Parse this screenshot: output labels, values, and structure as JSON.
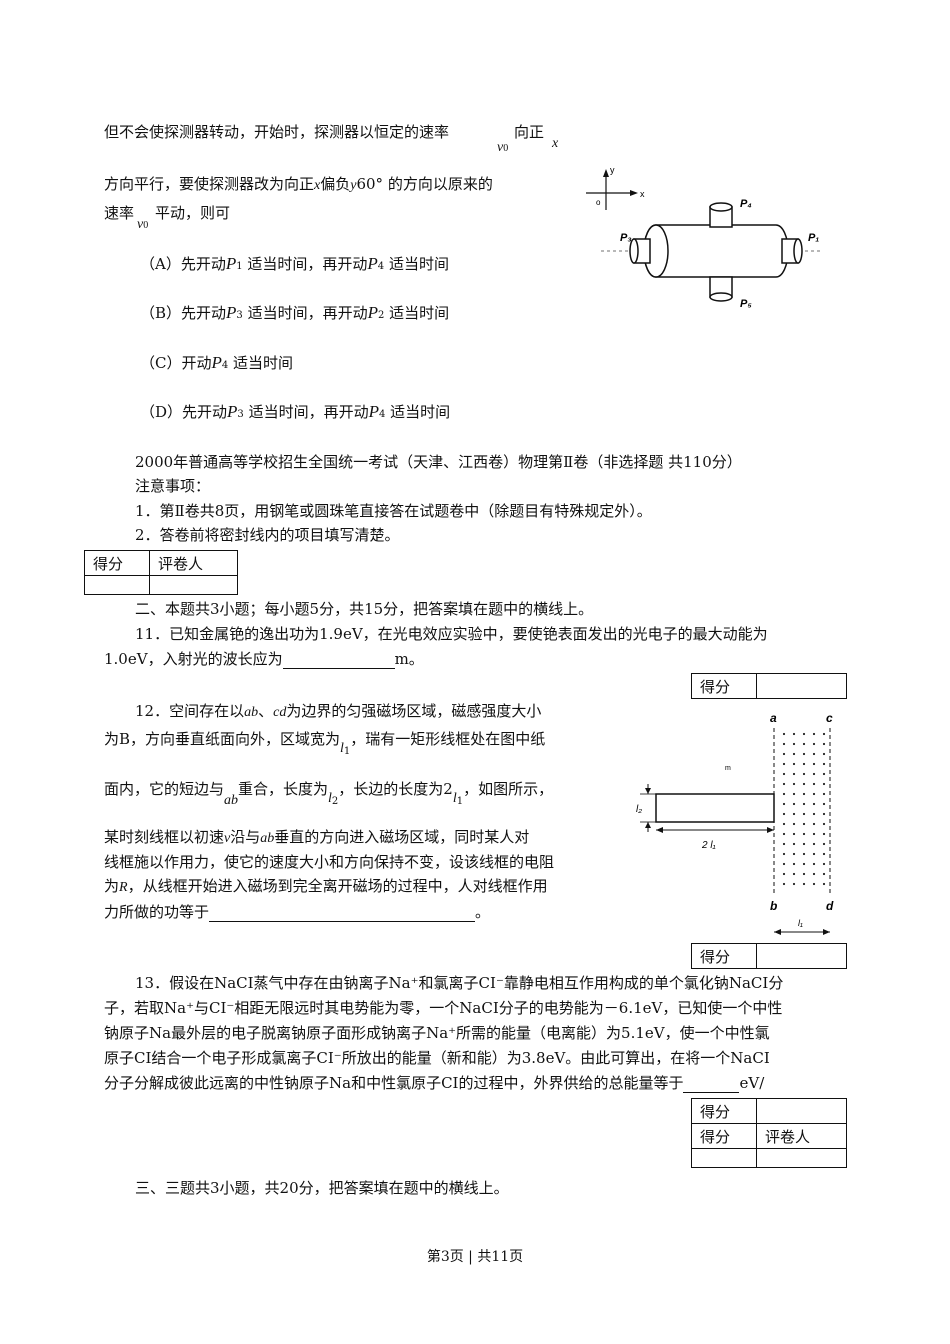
{
  "q10": {
    "line1": "但不会使探测器转动，开始时，探测器以恒定的速率",
    "line1b": "向正",
    "v0": "v",
    "v0_sub": "0",
    "x": "x",
    "line2": "方向平行，要使探测器改为向正",
    "line2b": "偏负",
    "y": "y",
    "line2c": "60°  的方向以原来的",
    "line3": "速率",
    "line3b": "平动，则可",
    "options": [
      {
        "pre": "（A）先开动",
        "p1": "P",
        "s1": "1",
        "mid": "适当时间，再开动",
        "p2": "P",
        "s2": "4",
        "post": "适当时间"
      },
      {
        "pre": "（B）先开动",
        "p1": "P",
        "s1": "3",
        "mid": "适当时间，再开动",
        "p2": "P",
        "s2": "2",
        "post": "适当时间"
      },
      {
        "pre": "（C）开动",
        "p1": "P",
        "s1": "4",
        "mid": "适当时间"
      },
      {
        "pre": "（D）先开动",
        "p1": "P",
        "s1": "3",
        "mid": "适当时间，再开动",
        "p2": "P",
        "s2": "4",
        "post": "适当时间"
      }
    ],
    "figure": {
      "axis_y": "y",
      "axis_x": "x",
      "origin": "o",
      "p1": "P₁",
      "p3": "P₃",
      "p4": "P₄",
      "p5": "P₅"
    }
  },
  "section2_header": {
    "title": "2000年普通高等学校招生全国统一考试（天津、江西卷）物理第Ⅱ卷（非选择题 共110分）",
    "notice": "注意事项：",
    "note1": "1．第Ⅱ卷共8页，用钢笔或圆珠笔直接答在试题卷中（除题目有特殊规定外）。",
    "note2": "2．答卷前将密封线内的项目填写清楚。"
  },
  "score_labels": {
    "score": "得分",
    "grader": "评卷人"
  },
  "part2_intro": "二、本题共3小题；每小题5分，共15分，把答案填在题中的横线上。",
  "q11": {
    "line1": "11．已知金属铯的逸出功为1.9eV，在光电效应实验中，要使铯表面发出的光电子的最大动能为",
    "line2a": "1.0eV，入射光的波长应为",
    "line2b": "m。"
  },
  "q12": {
    "l1a": "12．空间存在以",
    "ab": "ab",
    "l1b": "、",
    "cd": "cd",
    "l1c": "为边界的匀强磁场区域，磁感强度大小",
    "l2a": "为B，方向垂直纸面向外，区域宽为",
    "l_sym": "l",
    "l1_sub": "1",
    "l2b": "，瑞有一矩形线框处在图中纸",
    "l3a": "面内，它的短边与",
    "l3b": "重合，长度为",
    "l2_sub": "2",
    "l3c": "，长边的长度为2",
    "l3d": "，如图所示，",
    "l4a": "某时刻线框以初速",
    "v": "v",
    "l4b": "沿与",
    "l4c": "垂直的方向进入磁场区域，同时某人对",
    "l5": "线框施以作用力，使它的速度大小和方向保持不变，设该线框的电阻",
    "l6a": "为",
    "R": "R",
    "l6b": "，从线框开始进入磁场到完全离开磁场的过程中，人对线框作用",
    "l7a": "力所做的功等于",
    "l7b": "。",
    "figure": {
      "a": "a",
      "c": "c",
      "b": "b",
      "d": "d",
      "l2": "l₂",
      "two_l1": "2 l₁",
      "l1": "l₁",
      "m": "m"
    }
  },
  "q13": {
    "l1": "13．假设在NaCI蒸气中存在由钠离子Na⁺和氯离子CI⁻靠静电相互作用构成的单个氯化钠NaCI分",
    "l2": "子，若取Na⁺与CI⁻相距无限远时其电势能为零，一个NaCI分子的电势能为－6.1eV，已知使一个中性",
    "l3": "钠原子Na最外层的电子脱离钠原子面形成钠离子Na⁺所需的能量（电离能）为5.1eV，使一个中性氯",
    "l4": "原子CI结合一个电子形成氯离子CI⁻所放出的能量（新和能）为3.8eV。由此可算出，在将一个NaCI",
    "l5a": "分子分解成彼此远离的中性钠原子Na和中性氯原子CI的过程中，外界供给的总能量等于",
    "l5b": "eV/"
  },
  "part3_intro": "三、三题共3小题，共20分，把答案填在题中的横线上。",
  "footer": "第3页 | 共11页"
}
